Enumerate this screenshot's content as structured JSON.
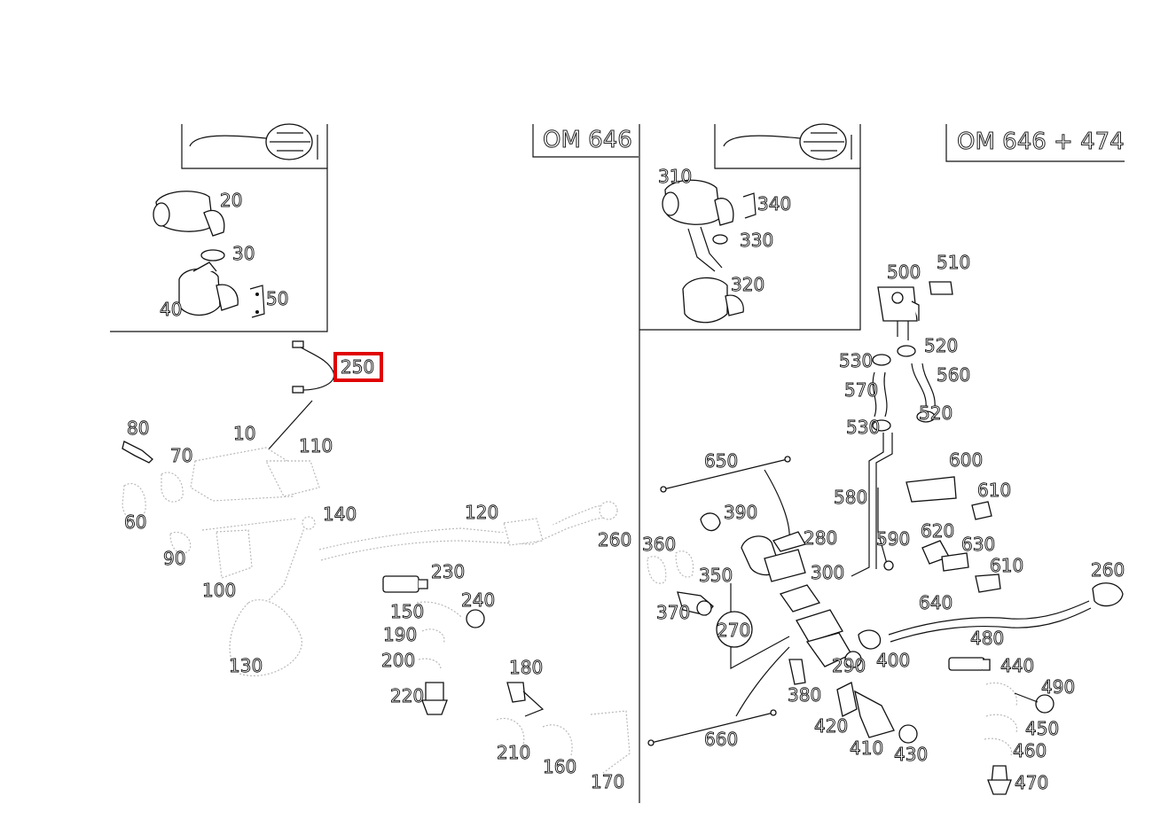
{
  "diagram": {
    "highlight_color": "#e00000",
    "selected_part": "250",
    "left_panel": {
      "header": "OM 646",
      "inset_labels": [
        "20",
        "30",
        "40",
        "50"
      ],
      "labels": [
        "250",
        "80",
        "10",
        "110",
        "70",
        "60",
        "140",
        "120",
        "260",
        "90",
        "100",
        "230",
        "240",
        "150",
        "190",
        "200",
        "130",
        "220",
        "180",
        "210",
        "160",
        "170"
      ]
    },
    "right_panel": {
      "header": "OM 646 + 474",
      "inset_labels": [
        "310",
        "340",
        "330",
        "320"
      ],
      "labels": [
        "500",
        "510",
        "520",
        "530",
        "560",
        "570",
        "530",
        "520",
        "600",
        "650",
        "610",
        "390",
        "280",
        "580",
        "590",
        "620",
        "630",
        "360",
        "350",
        "300",
        "610",
        "260",
        "370",
        "640",
        "270",
        "400",
        "480",
        "290",
        "440",
        "490",
        "380",
        "420",
        "450",
        "410",
        "430",
        "460",
        "660",
        "470"
      ]
    }
  }
}
